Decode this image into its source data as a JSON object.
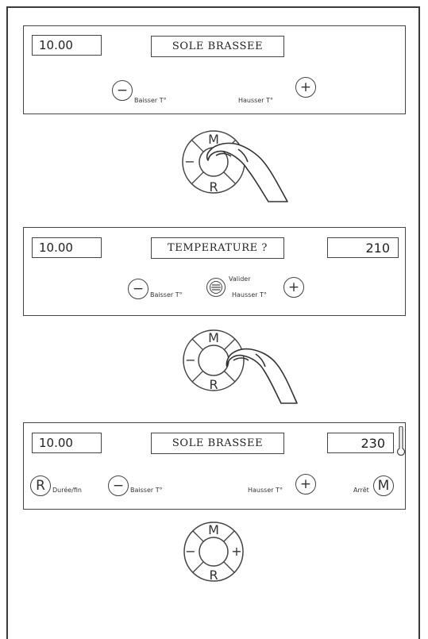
{
  "panel1": {
    "time": "10.00",
    "message": "SOLE BRASSEE",
    "minus_label": "Baisser T°",
    "plus_label": "Hausser T°",
    "minus_symbol": "−",
    "plus_symbol": "+"
  },
  "knob1": {
    "top": "M",
    "bottom": "R",
    "left": "−"
  },
  "panel2": {
    "time": "10.00",
    "message": "TEMPERATURE ?",
    "temperature": "210",
    "minus_label": "Baisser T°",
    "plus_label": "Hausser T°",
    "validate_label": "Valider",
    "minus_symbol": "−",
    "plus_symbol": "+"
  },
  "knob2": {
    "top": "M",
    "bottom": "R",
    "left": "−"
  },
  "panel3": {
    "time": "10.00",
    "message": "SOLE BRASSEE",
    "temperature": "230",
    "r_symbol": "R",
    "r_label": "Durée/fin",
    "minus_symbol": "−",
    "minus_label": "Baisser T°",
    "plus_symbol": "+",
    "plus_label": "Hausser T°",
    "m_symbol": "M",
    "m_label": "Arrêt",
    "thermometer_icon": "thermometer-icon"
  },
  "knob3": {
    "top": "M",
    "bottom": "R",
    "left": "−",
    "right": "+"
  }
}
